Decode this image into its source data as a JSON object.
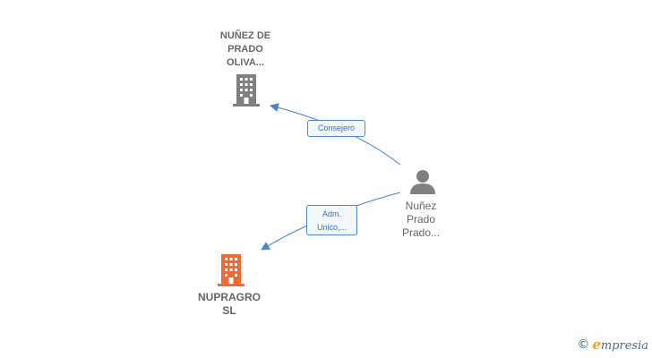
{
  "nodes": {
    "company_top": {
      "label": "NUÑEZ DE\nPRADO\nOLIVA...",
      "icon": "building-icon",
      "color": "#808080"
    },
    "person": {
      "label": "Nuñez\nPrado\nPrado...",
      "icon": "person-icon",
      "color": "#808080"
    },
    "company_main": {
      "label": "NUPRAGRO\nSL",
      "icon": "building-icon",
      "color": "#f06a35"
    }
  },
  "edges": [
    {
      "from": "person",
      "to": "company_top",
      "label": "Consejero"
    },
    {
      "from": "person",
      "to": "company_main",
      "label": "Adm.\nUnico,..."
    }
  ],
  "colors": {
    "edge": "#4a86c8",
    "badge_border": "#4a86c8"
  },
  "brand": {
    "copyright": "©",
    "initial": "e",
    "name": "mpresia"
  }
}
